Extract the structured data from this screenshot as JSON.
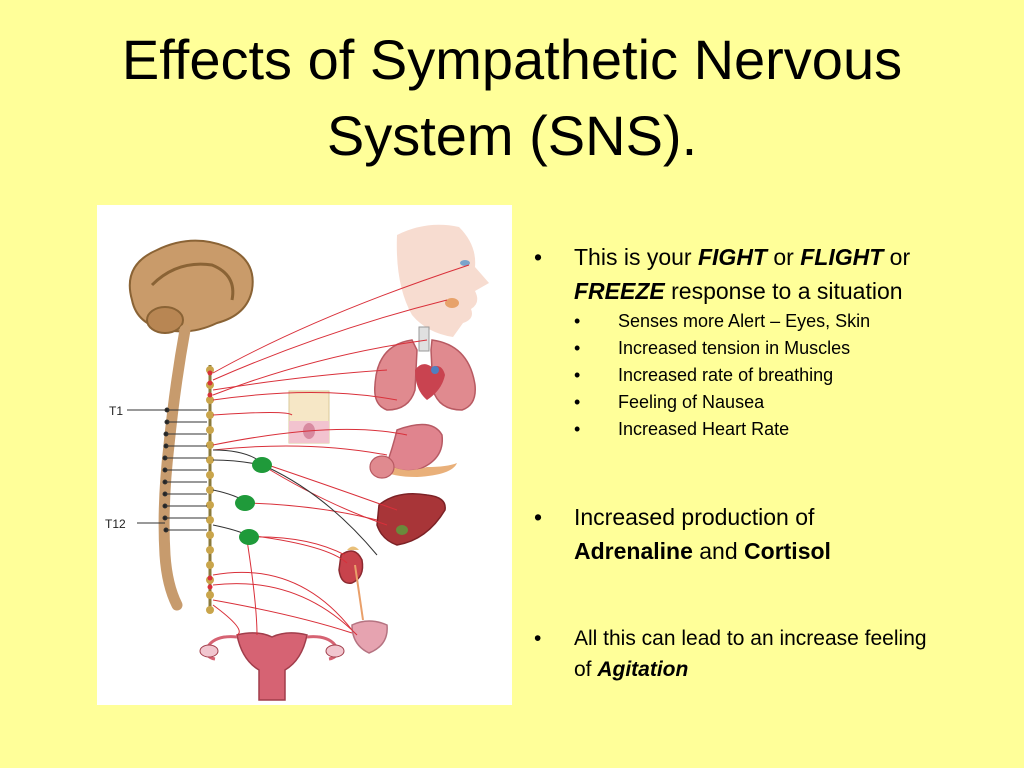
{
  "title_line1": "Effects of Sympathetic Nervous",
  "title_line2": "System (SNS).",
  "figure": {
    "label_t1": "T1",
    "label_t12": "T12",
    "nerve_color": "#d9303a",
    "organ_color": "#c0434f",
    "ganglion_color": "#1f9a3a"
  },
  "bullet_char": "•",
  "bullet1": {
    "t1": "This is your ",
    "fight": "FIGHT",
    "t2": " or ",
    "flight": "FLIGHT",
    "t3": " or",
    "freeze": "FREEZE",
    "t4": " response to a situation",
    "subitems": [
      "Senses more Alert – Eyes, Skin",
      "Increased tension in Muscles",
      "Increased rate of breathing",
      "Feeling of Nausea",
      "Increased Heart Rate"
    ]
  },
  "bullet2": {
    "t1": "Increased production of",
    "adrenaline": "Adrenaline",
    "t2": " and ",
    "cortisol": "Cortisol"
  },
  "bullet3": {
    "t1": "All this can lead to an increase feeling",
    "t2": "of ",
    "agitation": "Agitation"
  }
}
